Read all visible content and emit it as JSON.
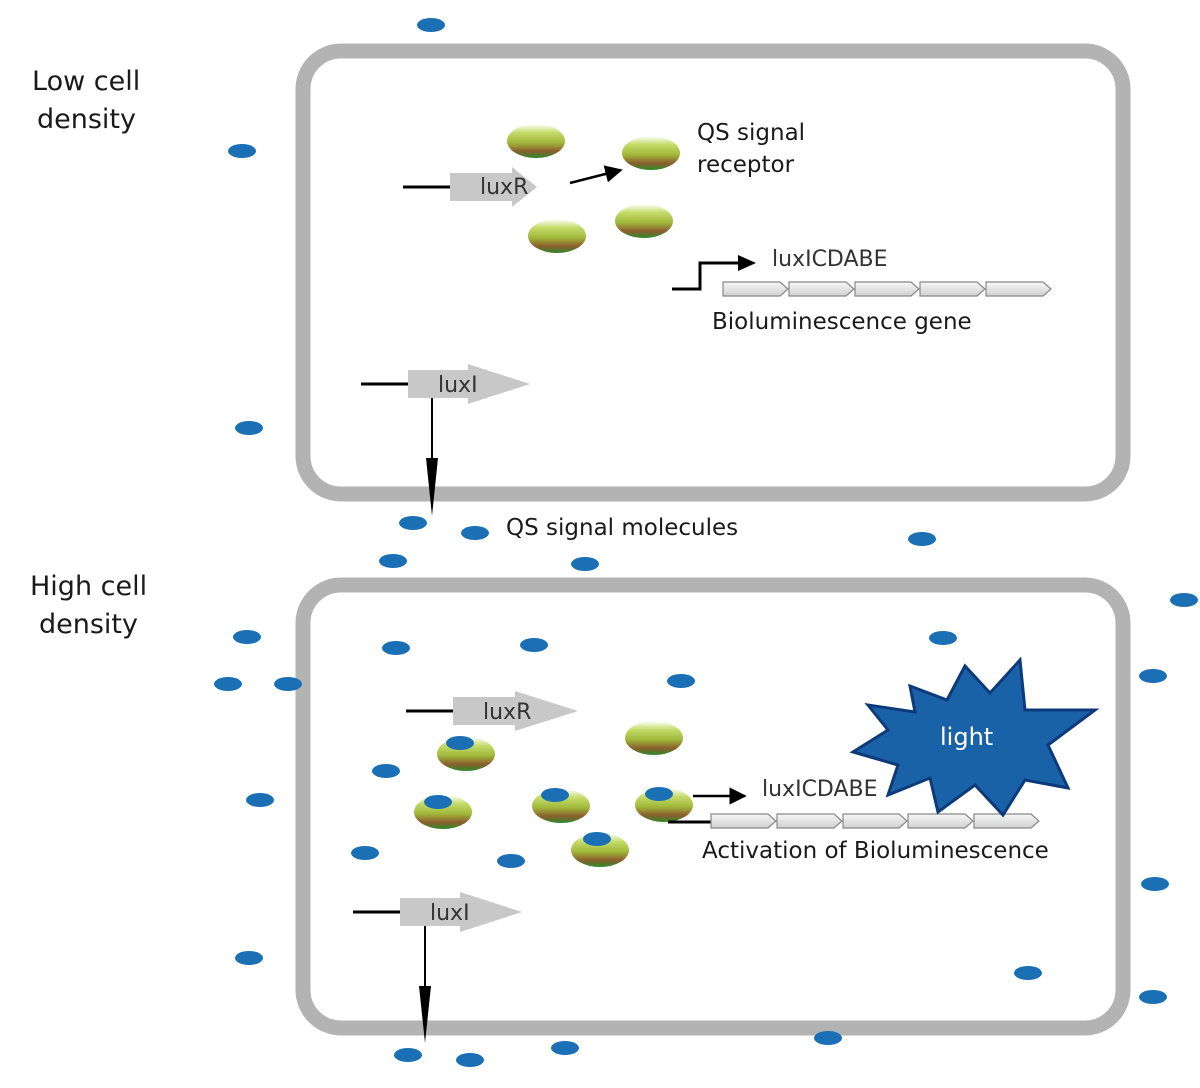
{
  "panels": {
    "low": {
      "title_line1": "Low cell",
      "title_line2": "density",
      "luxR": "luxR",
      "luxI": "luxI",
      "receptor_line1": "QS signal",
      "receptor_line2": "receptor",
      "operon": "luxICDABE",
      "operon_caption": "Bioluminescence gene"
    },
    "signal_caption": "QS signal molecules",
    "high": {
      "title_line1": "High cell",
      "title_line2": "density",
      "luxR": "luxR",
      "luxI": "luxI",
      "operon": "luxICDABE",
      "operon_caption": "Activation of Bioluminescence",
      "light": "light"
    }
  },
  "colors": {
    "cell_border": "#b3b3b3",
    "signal_molecule": "#1a6fb5",
    "light_burst": "#1a62a8",
    "gene_arrow": "#c8c8c8",
    "receptor_top": "#a6c83c",
    "receptor_bottom": "#8a5a2a"
  }
}
